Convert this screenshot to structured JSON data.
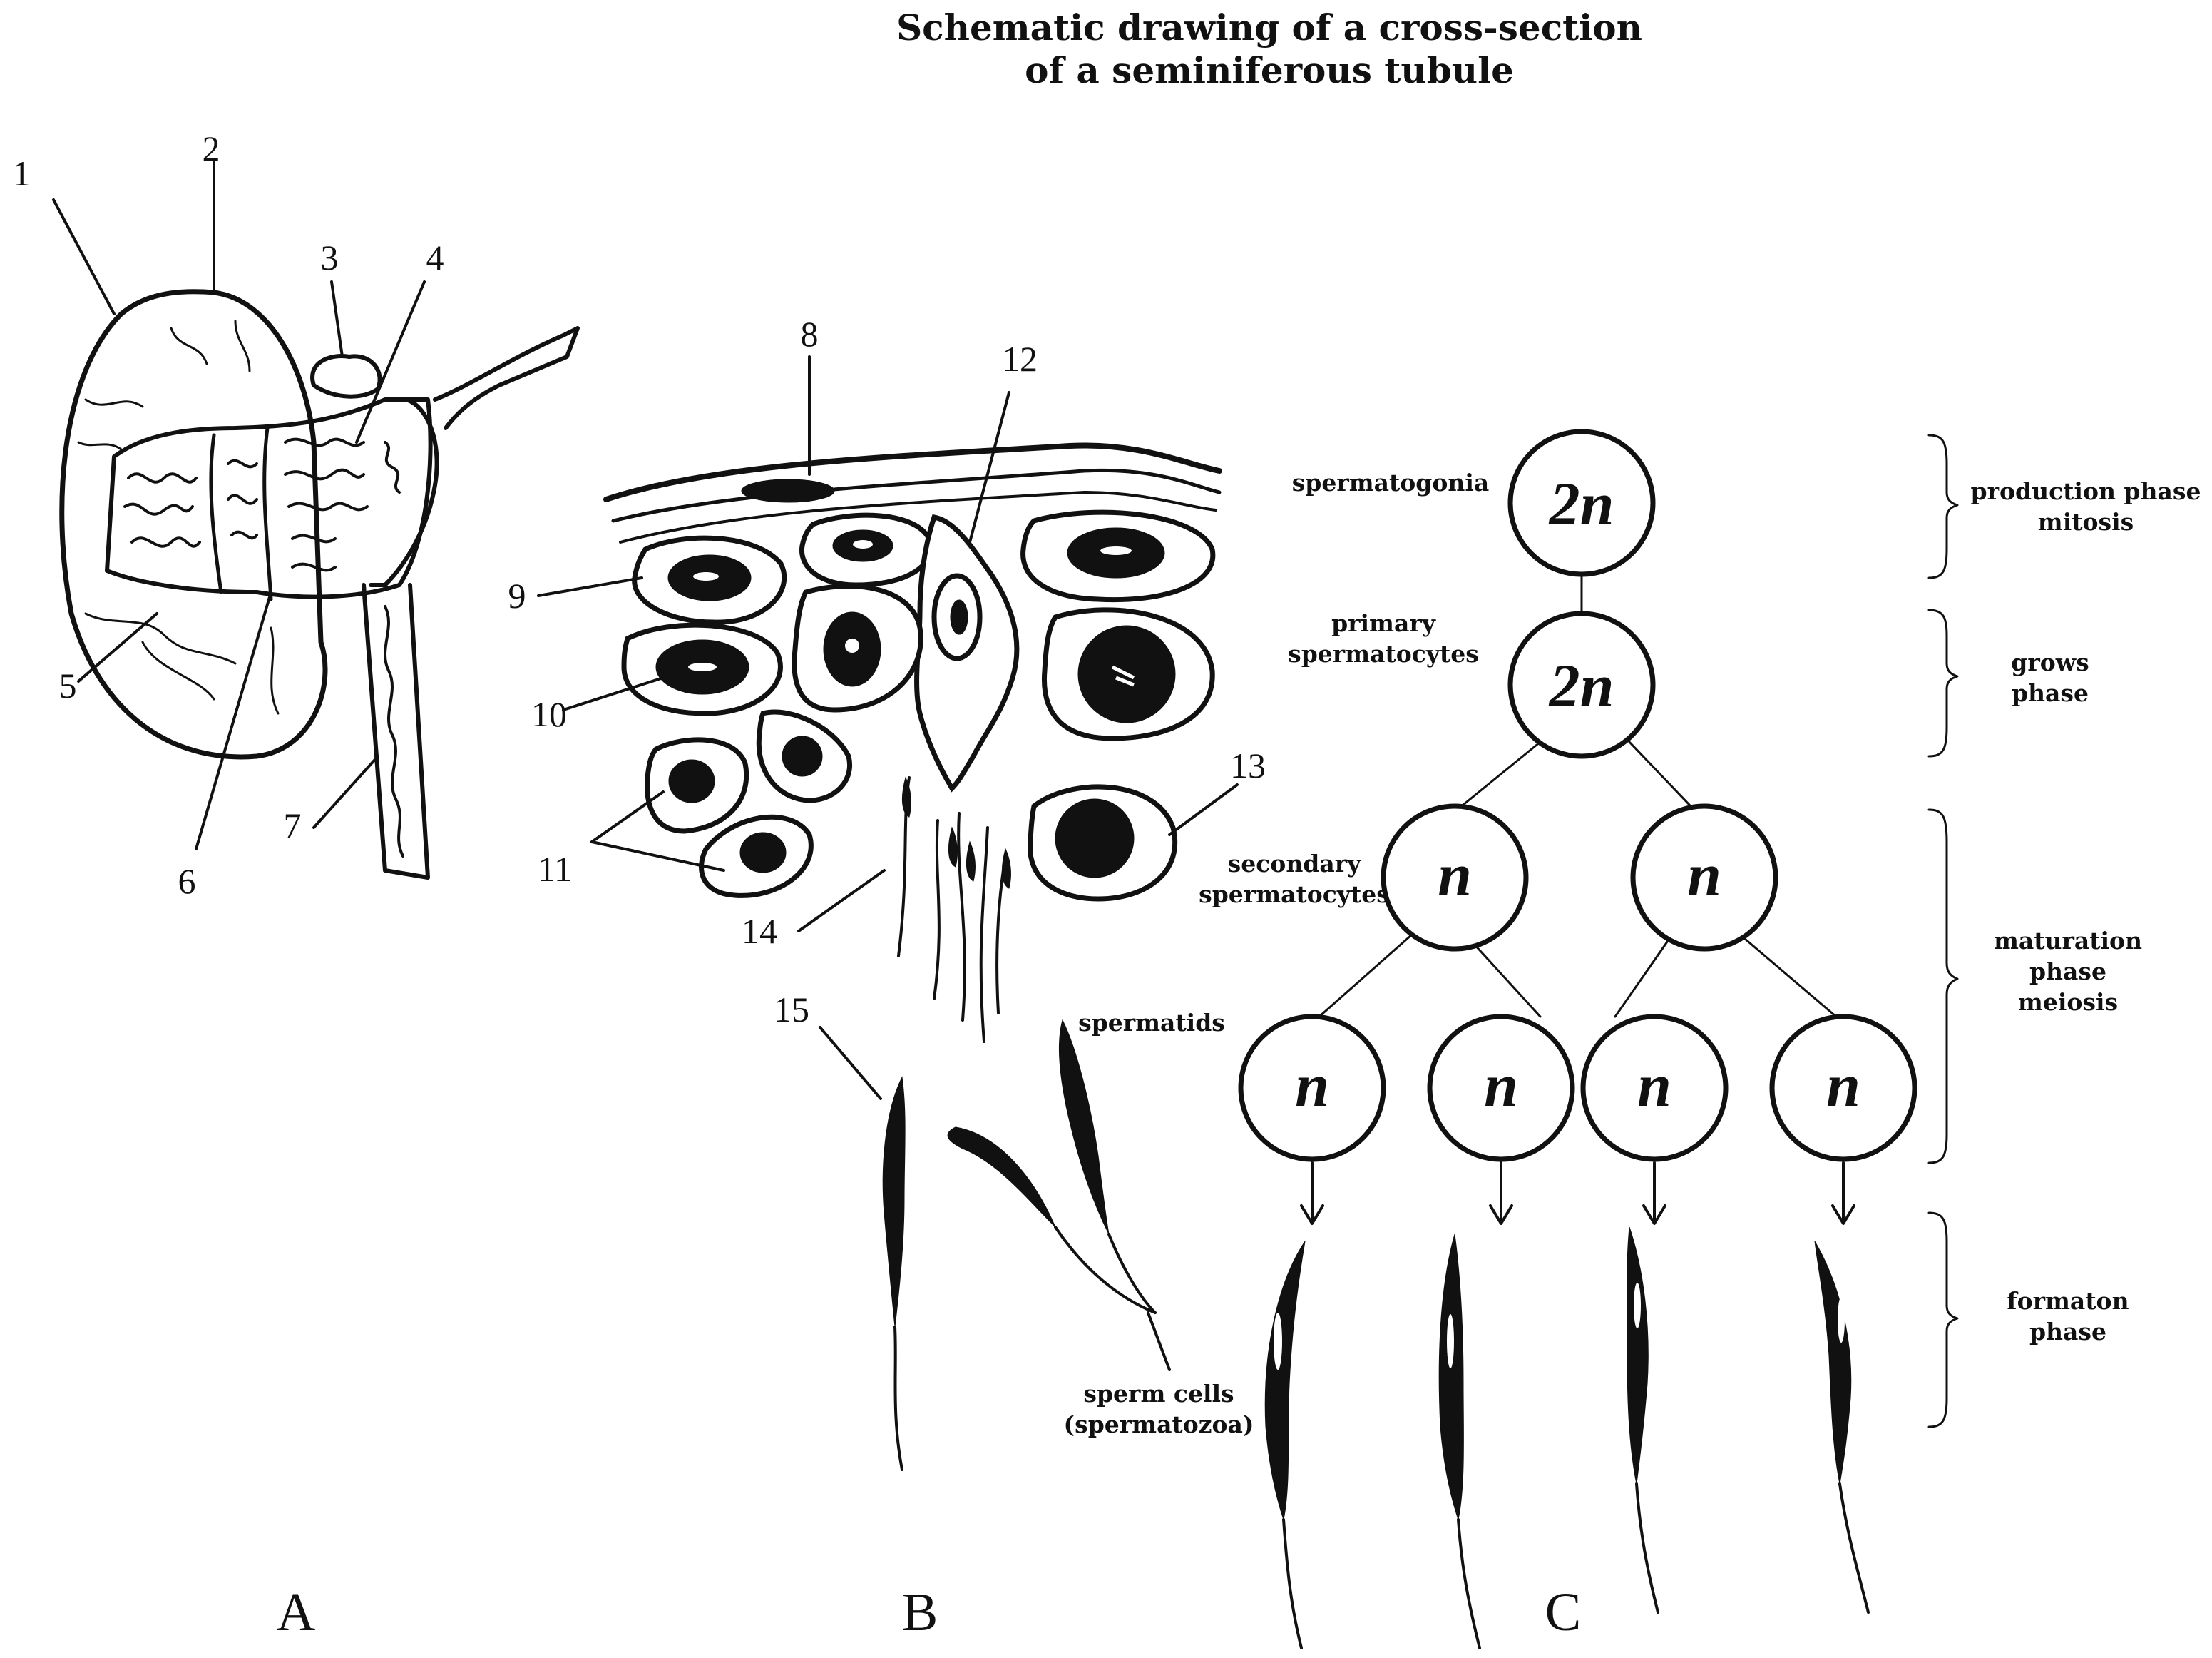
{
  "title": {
    "line1": "Schematic drawing of a cross-section",
    "line2": "of a seminiferous tubule"
  },
  "panels": {
    "a": "A",
    "b": "B",
    "c": "C"
  },
  "numbers": {
    "n1": "1",
    "n2": "2",
    "n3": "3",
    "n4": "4",
    "n5": "5",
    "n6": "6",
    "n7": "7",
    "n8": "8",
    "n9": "9",
    "n10": "10",
    "n11": "11",
    "n12": "12",
    "n13": "13",
    "n14": "14",
    "n15": "15"
  },
  "stages": {
    "spermatogonia": "spermatogonia",
    "primary_1": "primary",
    "primary_2": "spermatocytes",
    "secondary_1": "secondary",
    "secondary_2": "spermatocytes",
    "spermatids": "spermatids",
    "sperm_1": "sperm cells",
    "sperm_2": "(spermatozoa)"
  },
  "ploidy": {
    "diploid": "2n",
    "haploid": "n"
  },
  "phases": {
    "production_1": "production  phase",
    "production_2": "mitosis",
    "grows_1": "grows",
    "grows_2": "phase",
    "maturation_1": "maturation",
    "maturation_2": "phase",
    "maturation_3": "meiosis",
    "formation_1": "formaton",
    "formation_2": "phase"
  }
}
